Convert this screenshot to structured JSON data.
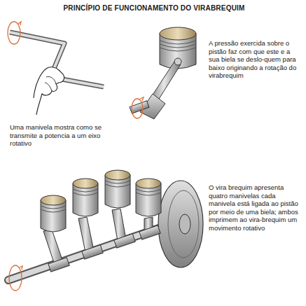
{
  "diagram": {
    "title": "PRINCÍPIO DE FUNCIONAMENTO DO VIRABREQUIM",
    "labels": [
      "Uma manivela mostra como se transmite a potencia a um eixo rotativo",
      "A pressão exercida sobre o pistão faz com que este e a sua biela se deslo-quem para baixo originando a rotação do virabrequim",
      "O vira brequim apresenta quatro manivelas cada manivela está ligada ao pistão por meio de uma biela; ambos imprimem ao vira-brequim um movimento rotativo"
    ]
  }
}
